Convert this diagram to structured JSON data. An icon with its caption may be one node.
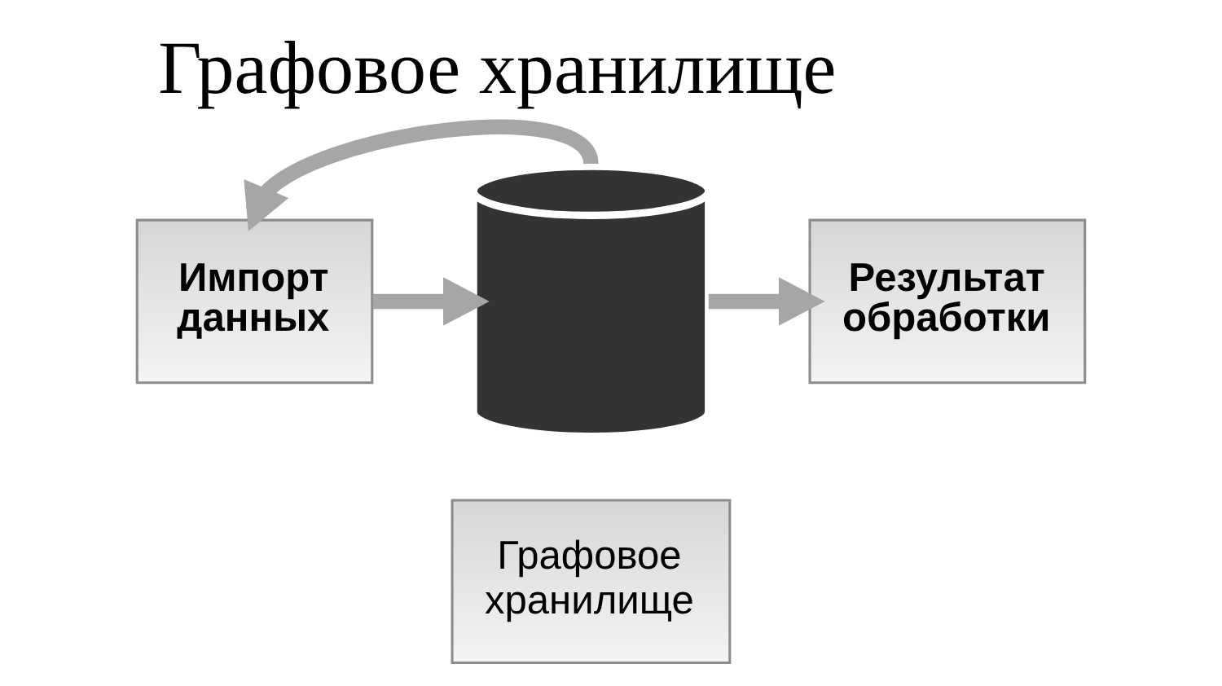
{
  "diagram": {
    "title": "Графовое хранилище",
    "nodes": [
      {
        "text": [
          "Импорт данных"
        ]
      },
      {
        "text": [],
        "shape": "cylinder"
      },
      {
        "text": [
          "Графовое хранилище"
        ]
      },
      {
        "text": [
          "Результат обработки"
        ]
      }
    ],
    "edges": [
      {
        "from": 0,
        "to": 1,
        "arrow": "to"
      },
      {
        "from": 1,
        "to": 3,
        "arrow": "to"
      },
      {
        "from": 1,
        "to": 0,
        "arrow": "to"
      }
    ]
  }
}
